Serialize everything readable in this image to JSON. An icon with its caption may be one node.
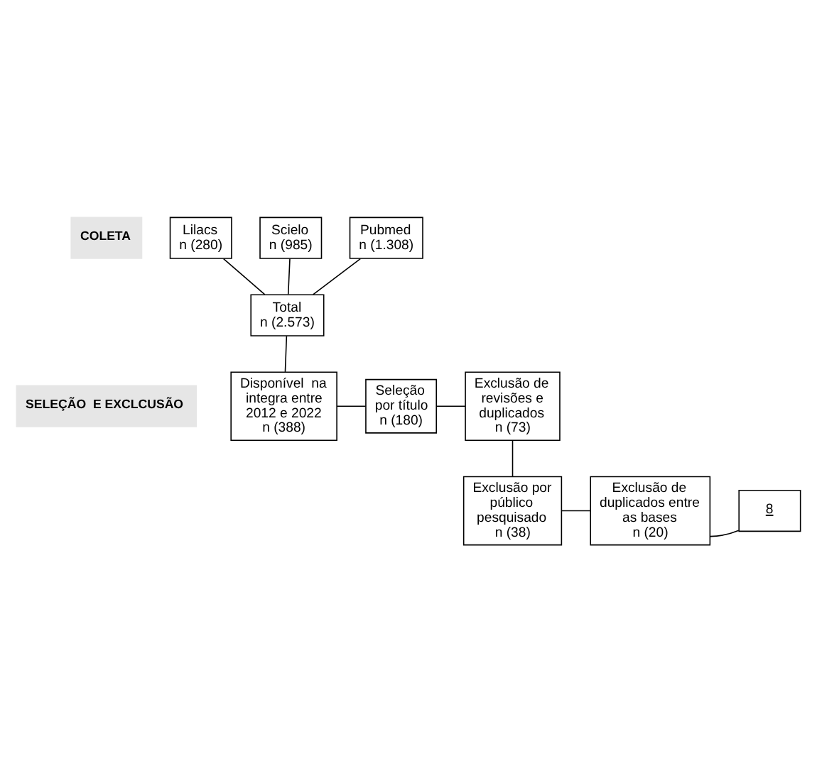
{
  "diagram": {
    "nodes": [
      {
        "text": [
          "COLETA"
        ]
      },
      {
        "text": [
          "SELEÇÃO  E EXCLCUSÃO"
        ]
      },
      {
        "text": [
          "Lilacs",
          "n (280)"
        ]
      },
      {
        "text": [
          "Scielo",
          "n (985)"
        ]
      },
      {
        "text": [
          "Pubmed",
          "n (1.308)"
        ]
      },
      {
        "text": [
          "Total",
          "n (2.573)"
        ]
      },
      {
        "text": [
          "Disponível  na integra entre 2012 e 2022",
          "n (388)"
        ]
      },
      {
        "text": [
          "Seleção por título",
          "n (180)"
        ]
      },
      {
        "text": [
          "Exclusão de revisões e duplicados",
          "n (73)"
        ]
      },
      {
        "text": [
          "Exclusão de duplicados entre as bases",
          "n (20)"
        ]
      },
      {
        "text": [
          "Exclusão por público pesquisado",
          "n (38)"
        ]
      },
      {
        "text": [
          "8"
        ]
      }
    ],
    "edges": [
      {
        "from": 2,
        "to": 5,
        "arrow": "none"
      },
      {
        "from": 3,
        "to": 5,
        "arrow": "none"
      },
      {
        "from": 4,
        "to": 5,
        "arrow": "none"
      },
      {
        "from": 5,
        "to": 6,
        "arrow": "none"
      },
      {
        "from": 6,
        "to": 7,
        "arrow": "none"
      },
      {
        "from": 7,
        "to": 8,
        "arrow": "none"
      },
      {
        "from": 8,
        "to": 10,
        "arrow": "none"
      },
      {
        "from": 10,
        "to": 9,
        "arrow": "none"
      },
      {
        "from": 9,
        "to": 11,
        "arrow": "none"
      }
    ]
  }
}
